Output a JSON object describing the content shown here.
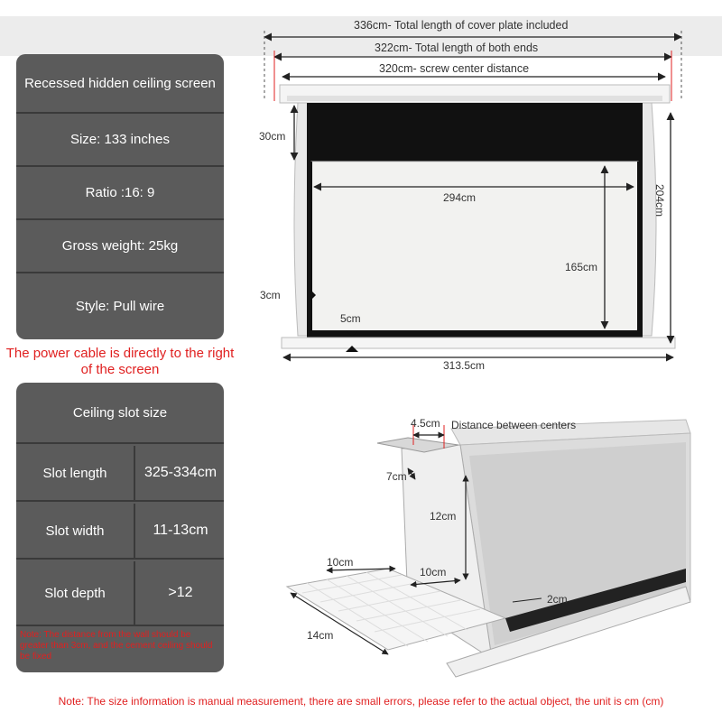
{
  "specs": {
    "title": "Recessed hidden ceiling screen",
    "size": "Size: 133 inches",
    "ratio": "Ratio :16: 9",
    "weight": "Gross weight: 25kg",
    "style": "Style: Pull wire"
  },
  "power_note": "The power cable is directly to the right of the screen",
  "slot": {
    "title": "Ceiling slot size",
    "rows": [
      {
        "label": "Slot length",
        "value": "325-334cm"
      },
      {
        "label": "Slot width",
        "value": "11-13cm"
      },
      {
        "label": "Slot depth",
        "value": ">12"
      }
    ],
    "note": "Note: The distance from the wall should be greater than 3cm, and the cement ceiling should be fixed"
  },
  "front_dims": {
    "cover_plate": "336cm- Total length of cover plate included",
    "both_ends": "322cm- Total length of both ends",
    "screw_center": "320cm- screw center distance",
    "top_border": "30cm",
    "total_height": "204cm",
    "image_width": "294cm",
    "image_height": "165cm",
    "side_border": "3cm",
    "bottom_border": "5cm",
    "bottom_width": "313.5cm"
  },
  "iso_dims": {
    "screw_spacing": "4.5cm",
    "screw_spacing_label": "Distance between centers",
    "cover_depth": "7cm",
    "height": "12cm",
    "plate_overhang": "10cm",
    "width": "10cm",
    "cover_width": "14cm",
    "slot_gap": "2cm"
  },
  "bottom_note": "Note: The size information is manual measurement, there are small errors, please refer to the actual object, the unit is cm (cm)",
  "colors": {
    "panel": "#5b5b5b",
    "note_red": "#e02020",
    "screen_black": "#111111",
    "screen_white": "#f2f2f0"
  }
}
